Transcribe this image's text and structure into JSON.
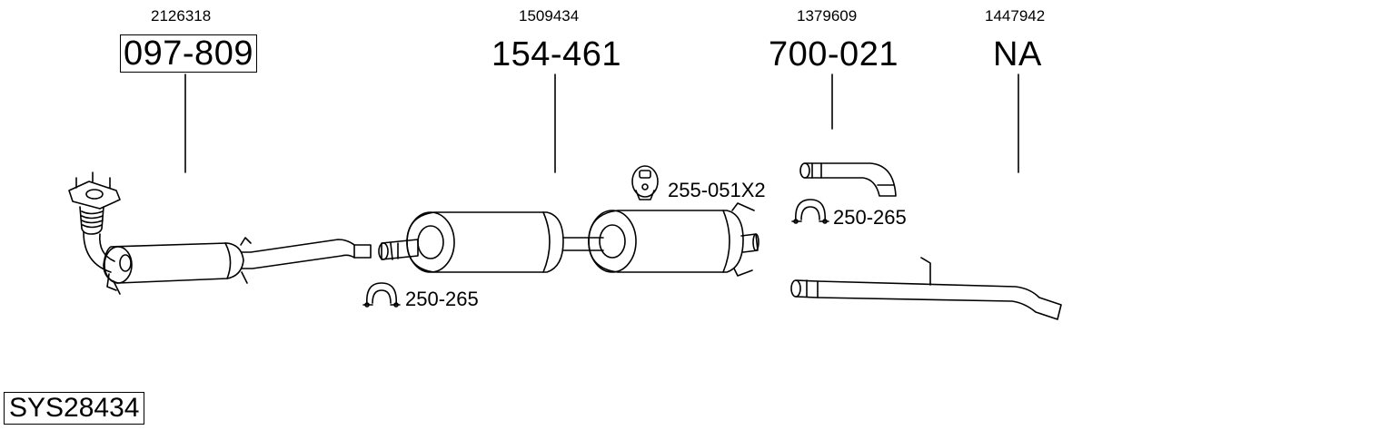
{
  "parts": [
    {
      "id": "catalytic",
      "oem": "2126318",
      "part_number": "097-809",
      "boxed": true
    },
    {
      "id": "middle",
      "oem": "1509434",
      "part_number": "154-461",
      "boxed": false
    },
    {
      "id": "rear",
      "oem": "1379609",
      "part_number": "700-021",
      "boxed": false
    },
    {
      "id": "tailpipe",
      "oem": "1447942",
      "part_number": "NA",
      "boxed": false
    }
  ],
  "accessories": {
    "clamp_1": "250-265",
    "hanger": "255-051X2",
    "clamp_2": "250-265"
  },
  "system_code": "SYS28434"
}
